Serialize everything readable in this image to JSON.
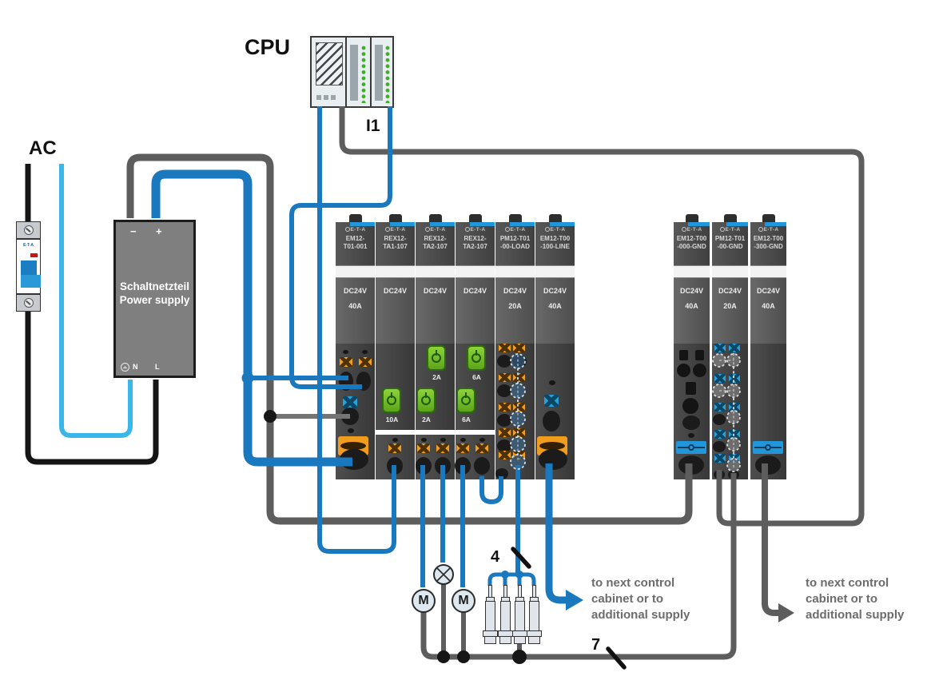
{
  "labels": {
    "cpu": "CPU",
    "ac": "AC",
    "i1": "I1",
    "count_valves": "4",
    "count_wires": "7"
  },
  "brand": {
    "logo": "E-T-A"
  },
  "psu": {
    "minus": "−",
    "plus": "+",
    "name_line1": "Schaltnetzteil",
    "name_line2": "Power supply",
    "n": "N",
    "l": "L"
  },
  "modules_left": [
    {
      "line1": "EM12-",
      "line2": "T01-001",
      "volt": "DC24V",
      "amp": "40A"
    },
    {
      "line1": "REX12-",
      "line2": "TA1-107",
      "volt": "DC24V",
      "amp": "",
      "button_lower": "10A"
    },
    {
      "line1": "REX12-",
      "line2": "TA2-107",
      "volt": "DC24V",
      "amp": "",
      "button_upper": "2A",
      "button_lower": "2A"
    },
    {
      "line1": "REX12-",
      "line2": "TA2-107",
      "volt": "DC24V",
      "amp": "",
      "button_upper": "6A",
      "button_lower": "6A"
    },
    {
      "line1": "PM12-T01",
      "line2": "-00-LOAD",
      "volt": "DC24V",
      "amp": "20A"
    },
    {
      "line1": "EM12-T00",
      "line2": "-100-LINE",
      "volt": "DC24V",
      "amp": "40A"
    }
  ],
  "modules_right": [
    {
      "line1": "EM12-T00",
      "line2": "-000-GND",
      "volt": "DC24V",
      "amp": "40A"
    },
    {
      "line1": "PM12-T01",
      "line2": "-00-GND",
      "volt": "DC24V",
      "amp": "20A"
    },
    {
      "line1": "EM12-T00",
      "line2": "-300-GND",
      "volt": "DC24V",
      "amp": "40A"
    }
  ],
  "loads": {
    "motor1": "M",
    "motor2": "M"
  },
  "notes": {
    "left": [
      "to next control",
      "cabinet or to",
      "additional supply"
    ],
    "right": [
      "to next control",
      "cabinet or to",
      "additional supply"
    ]
  },
  "colors": {
    "wire_blue": "#1a78bf",
    "wire_cyan": "#39b7ea",
    "wire_gray": "#5d5d5d",
    "wire_black": "#151515",
    "module_accent_blue": "#2196d8",
    "connector_orange": "#f09c1e",
    "button_green": "#6fc026",
    "led_green": "#3fae2a"
  }
}
